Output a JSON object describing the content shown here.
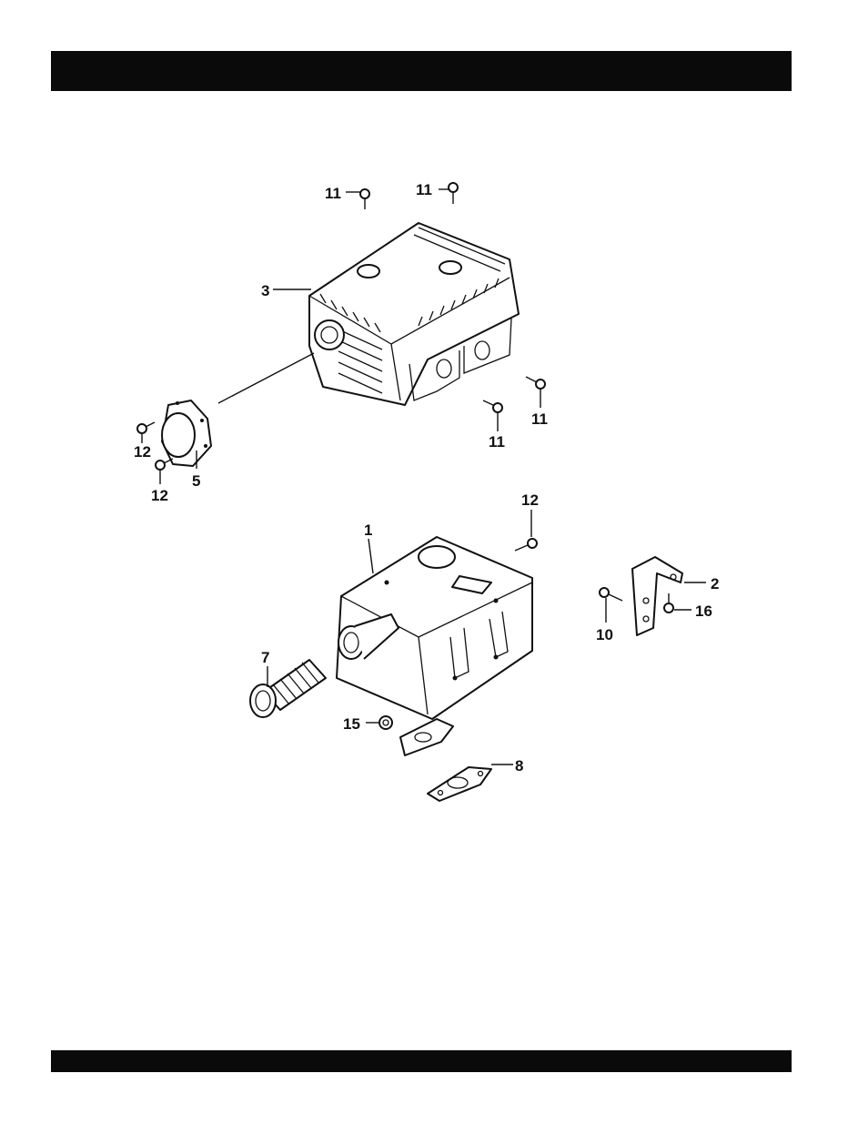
{
  "header": {
    "title": ""
  },
  "footer": {
    "text": ""
  },
  "labels": {
    "l11a": "11",
    "l11b": "11",
    "l3": "3",
    "l11c": "11",
    "l11d": "11",
    "l12a": "12",
    "l12b": "12",
    "l5": "5",
    "l12c": "12",
    "l1": "1",
    "l2": "2",
    "l16": "16",
    "l10": "10",
    "l7": "7",
    "l15": "15",
    "l8": "8"
  }
}
